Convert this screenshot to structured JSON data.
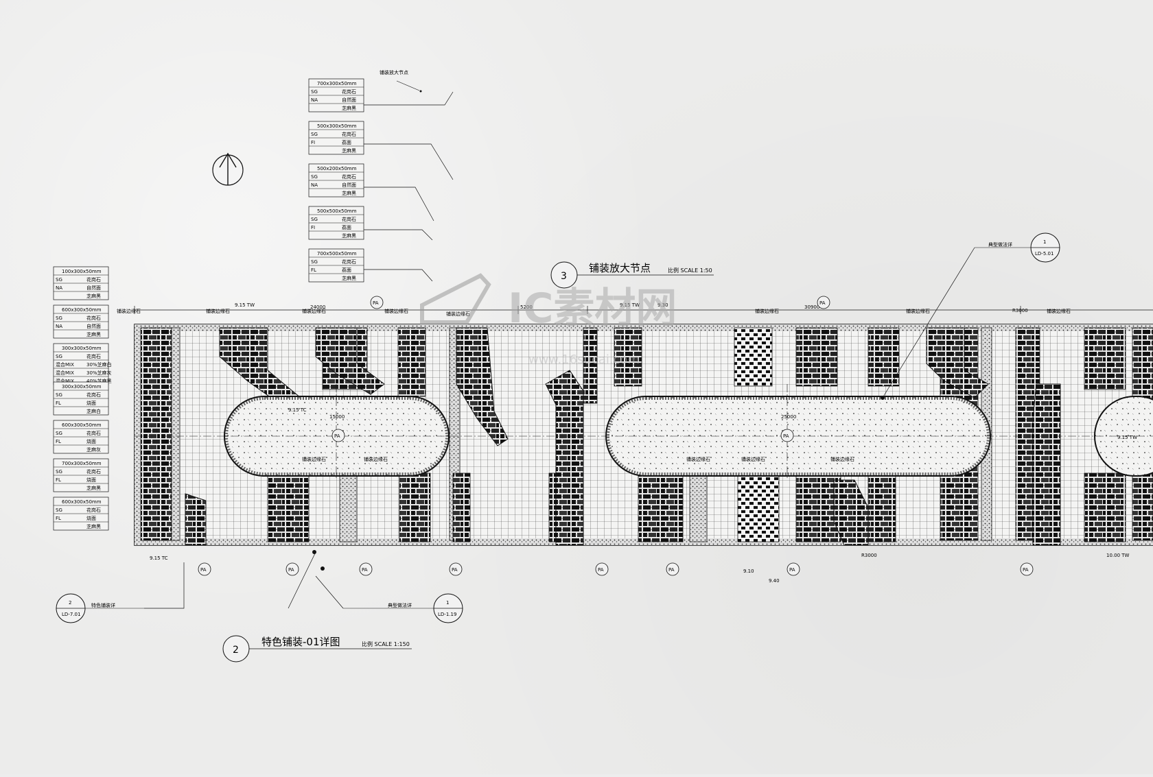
{
  "title_2": {
    "number": "2",
    "name": "特色铺装-01详图",
    "scale": "比例 SCALE 1:150"
  },
  "title_3": {
    "number": "3",
    "name": "铺装放大节点",
    "scale": "比例 SCALE 1:50"
  },
  "watermark": {
    "text": "IC素材网",
    "sub": "www.16sucai.com"
  },
  "top_note": "铺装放大节点",
  "legend_upper": [
    {
      "size": "700x300x50mm",
      "rows": [
        [
          "SG",
          "花岗石"
        ],
        [
          "NA",
          "自然面"
        ],
        [
          "",
          "芝麻黑"
        ]
      ]
    },
    {
      "size": "500x300x50mm",
      "rows": [
        [
          "SG",
          "花岗石"
        ],
        [
          "FI",
          "荔面"
        ],
        [
          "",
          "芝麻黑"
        ]
      ]
    },
    {
      "size": "500x200x50mm",
      "rows": [
        [
          "SG",
          "花岗石"
        ],
        [
          "NA",
          "自然面"
        ],
        [
          "",
          "芝麻黑"
        ]
      ]
    },
    {
      "size": "500x500x50mm",
      "rows": [
        [
          "SG",
          "花岗石"
        ],
        [
          "FI",
          "荔面"
        ],
        [
          "",
          "芝麻黑"
        ]
      ]
    },
    {
      "size": "700x500x50mm",
      "rows": [
        [
          "SG",
          "花岗石"
        ],
        [
          "FL",
          "荔面"
        ],
        [
          "",
          "芝麻黑"
        ]
      ]
    }
  ],
  "legend_left": [
    {
      "size": "100x300x50mm",
      "rows": [
        [
          "SG",
          "花岗石"
        ],
        [
          "NA",
          "自然面"
        ],
        [
          "",
          "芝麻黑"
        ]
      ]
    },
    {
      "size": "600x300x50mm",
      "rows": [
        [
          "SG",
          "花岗石"
        ],
        [
          "NA",
          "自然面"
        ],
        [
          "",
          "芝麻黑"
        ]
      ]
    },
    {
      "size": "300x300x50mm",
      "rows": [
        [
          "SG",
          "花岗石"
        ],
        [
          "混合MIX",
          "30%芝麻白"
        ],
        [
          "混合MIX",
          "30%芝麻灰"
        ],
        [
          "混合MIX",
          "40%芝麻黑"
        ]
      ]
    },
    {
      "size": "300x300x50mm",
      "rows": [
        [
          "SG",
          "花岗石"
        ],
        [
          "FL",
          "烧面"
        ],
        [
          "",
          "芝麻白"
        ]
      ]
    },
    {
      "size": "600x300x50mm",
      "rows": [
        [
          "SG",
          "花岗石"
        ],
        [
          "FL",
          "烧面"
        ],
        [
          "",
          "芝麻灰"
        ]
      ]
    },
    {
      "size": "700x300x50mm",
      "rows": [
        [
          "SG",
          "花岗石"
        ],
        [
          "FL",
          "烧面"
        ],
        [
          "",
          "芝麻黑"
        ]
      ]
    },
    {
      "size": "600x300x50mm",
      "rows": [
        [
          "SG",
          "花岗石"
        ],
        [
          "FL",
          "烧面"
        ],
        [
          "",
          "芝麻黑"
        ]
      ]
    }
  ],
  "ref_bubbles": [
    {
      "num": "2",
      "sheet": "LD-7.01",
      "note": "特色铺装详"
    },
    {
      "num": "1",
      "sheet": "LD-1.19",
      "note": "典型做法详"
    },
    {
      "num": "1",
      "sheet": "LD-5.01",
      "note": "典型做法详"
    }
  ],
  "dims": {
    "d1": "24000",
    "d2": "5200",
    "d3": "30900",
    "e1": "9.15 TW",
    "e2": "9.15 TW",
    "e3": "9.30",
    "e4": "9.10",
    "e5": "9.40",
    "e6": "9.15 TC",
    "e7": "10.00 TW",
    "oval1": "15000",
    "oval2": "25000",
    "r1": "R3000",
    "r2": "R3000"
  },
  "pa_label": "PA",
  "annot": "铺装边缘石"
}
